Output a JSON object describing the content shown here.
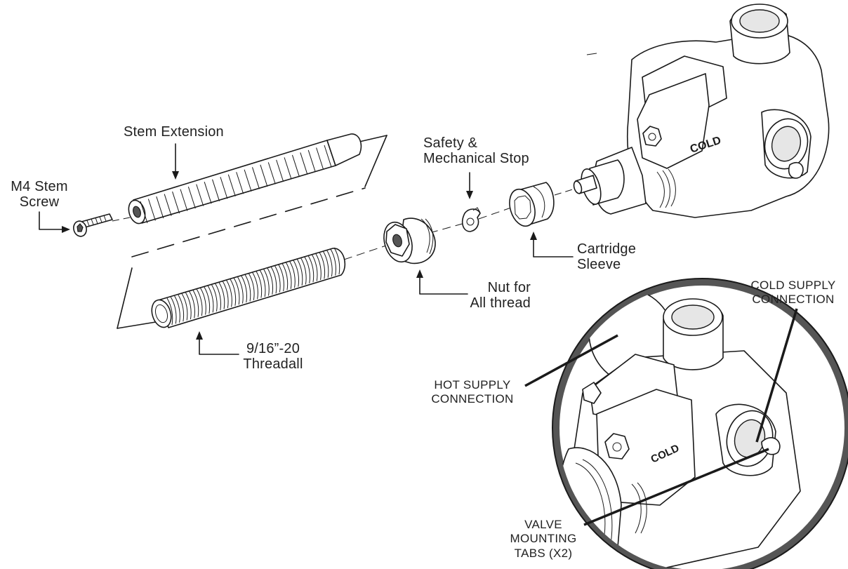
{
  "labels": {
    "stem_extension": "Stem Extension",
    "m4_stem_screw": "M4 Stem\nScrew",
    "safety_stop": "Safety &\nMechanical Stop",
    "cartridge_sleeve": "Cartridge\nSleeve",
    "nut_for_all_thread": "Nut for\nAll thread",
    "threadall": "9/16”-20\nThreadall",
    "cold_supply": "COLD SUPPLY\nCONNECTION",
    "hot_supply": "HOT SUPPLY\nCONNECTION",
    "valve_tabs": "VALVE\nMOUNTING\nTABS (X2)"
  },
  "markings": {
    "valve_marking": "COLD"
  },
  "colors": {
    "line": "#1a1a1a",
    "inset_ring": "#555555",
    "text": "#222222"
  }
}
